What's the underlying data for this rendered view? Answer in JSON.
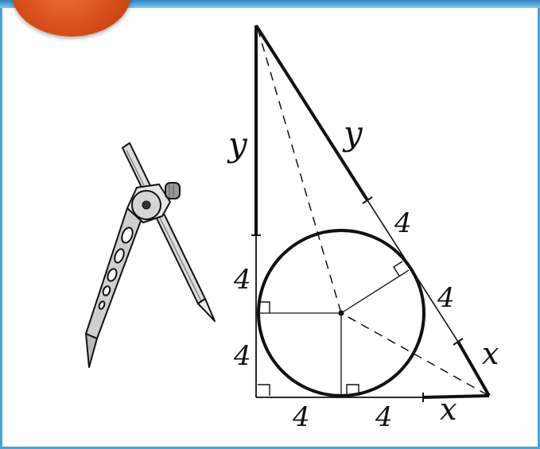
{
  "diagram": {
    "labels": {
      "left_upper": "y",
      "hyp_upper": "y",
      "left_mid": "4",
      "left_low": "4",
      "hyp_mid1": "4",
      "hyp_mid2": "4",
      "hyp_low": "x",
      "bottom_left": "4",
      "bottom_mid": "4",
      "bottom_right": "x"
    }
  },
  "colors": {
    "frame": "#4aa3d8",
    "accent_orb": "#d9501b",
    "ink": "#111111"
  }
}
